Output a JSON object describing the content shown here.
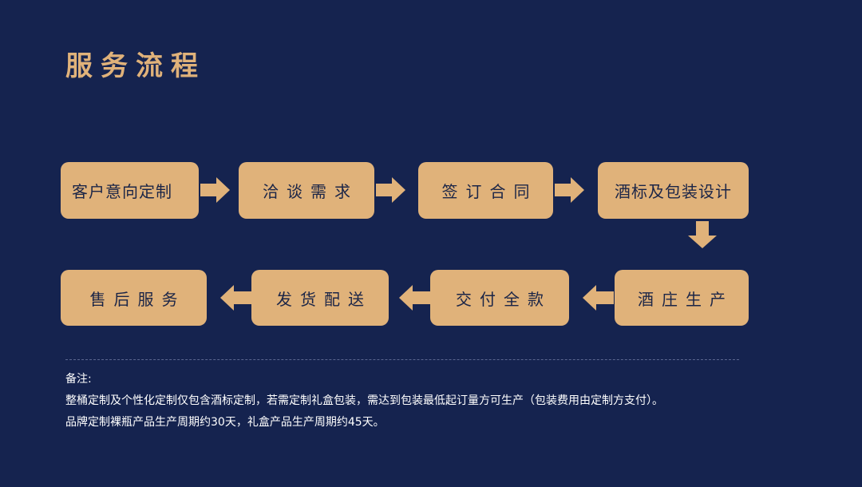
{
  "title": "服务流程",
  "colors": {
    "background": "#15234f",
    "accent": "#e0b27a",
    "box_text": "#1b2547",
    "note_text": "#ffffff"
  },
  "steps": [
    {
      "label": "客户意向定制"
    },
    {
      "label": "洽谈需求"
    },
    {
      "label": "签订合同"
    },
    {
      "label": "酒标及包装设计"
    },
    {
      "label": "酒庄生产"
    },
    {
      "label": "交付全款"
    },
    {
      "label": "发货配送"
    },
    {
      "label": "售后服务"
    }
  ],
  "notes": {
    "heading": "备注:",
    "lines": [
      "整桶定制及个性化定制仅包含酒标定制，若需定制礼盒包装，需达到包装最低起订量方可生产（包装费用由定制方支付）。",
      "品牌定制裸瓶产品生产周期约30天，礼盒产品生产周期约45天。"
    ]
  }
}
